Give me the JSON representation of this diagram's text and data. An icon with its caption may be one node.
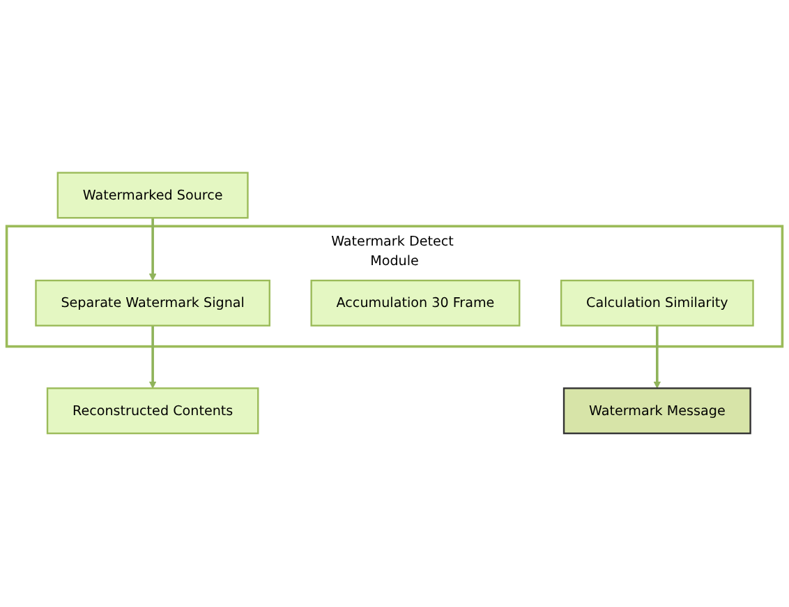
{
  "diagram": {
    "nodes": [
      {
        "text": [
          "Watermarked Source"
        ]
      },
      {
        "text": [
          "Watermark Detect Module"
        ]
      },
      {
        "text": [
          "Separate Watermark Signal"
        ],
        "in": 1
      },
      {
        "text": [
          "Accumulation 30 Frame"
        ],
        "in": 1
      },
      {
        "text": [
          "Calculation Similarity"
        ],
        "in": 1
      },
      {
        "text": [
          "Reconstructed Contents"
        ]
      },
      {
        "text": [
          "Watermark Message"
        ]
      }
    ],
    "edges": [
      {
        "from": 0,
        "to": 2,
        "arrow": "to"
      },
      {
        "from": 2,
        "to": 5,
        "arrow": "to"
      },
      {
        "from": 4,
        "to": 6,
        "arrow": "to"
      }
    ]
  }
}
